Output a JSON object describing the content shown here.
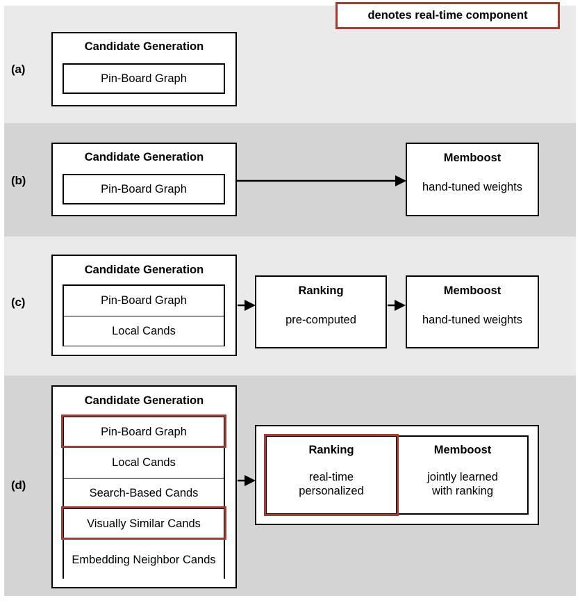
{
  "legend": {
    "text": "denotes real-time component",
    "border_color": "#a8392f"
  },
  "colors": {
    "band_light": "#eaeaea",
    "band_dark": "#d4d4d4",
    "outline": "#000000",
    "realtime": "#a8392f"
  },
  "panels": [
    {
      "letter": "(a)",
      "candidate_generation": {
        "title": "Candidate Generation",
        "sources": [
          {
            "label": "Pin-Board Graph",
            "realtime": false
          }
        ]
      },
      "stages": []
    },
    {
      "letter": "(b)",
      "candidate_generation": {
        "title": "Candidate Generation",
        "sources": [
          {
            "label": "Pin-Board Graph",
            "realtime": false
          }
        ]
      },
      "stages": [
        {
          "title": "Memboost",
          "subtitle": "hand-tuned weights",
          "realtime": false
        }
      ]
    },
    {
      "letter": "(c)",
      "candidate_generation": {
        "title": "Candidate Generation",
        "sources": [
          {
            "label": "Pin-Board Graph",
            "realtime": false
          },
          {
            "label": "Local Cands",
            "realtime": false
          }
        ]
      },
      "stages": [
        {
          "title": "Ranking",
          "subtitle": "pre-computed",
          "realtime": false
        },
        {
          "title": "Memboost",
          "subtitle": "hand-tuned weights",
          "realtime": false
        }
      ]
    },
    {
      "letter": "(d)",
      "candidate_generation": {
        "title": "Candidate Generation",
        "sources": [
          {
            "label": "Pin-Board Graph",
            "realtime": true
          },
          {
            "label": "Local Cands",
            "realtime": false
          },
          {
            "label": "Search-Based Cands",
            "realtime": false
          },
          {
            "label": "Visually Similar Cands",
            "realtime": true
          },
          {
            "label": "Embedding Neighbor Cands",
            "realtime": false
          }
        ]
      },
      "stages": [
        {
          "title": "Ranking",
          "subtitle": "real-time\npersonalized",
          "subtitle_line1": "real-time",
          "subtitle_line2": "personalized",
          "realtime": true
        },
        {
          "title": "Memboost",
          "subtitle_line1": "jointly learned",
          "subtitle_line2": "with ranking",
          "realtime": false
        }
      ]
    }
  ]
}
